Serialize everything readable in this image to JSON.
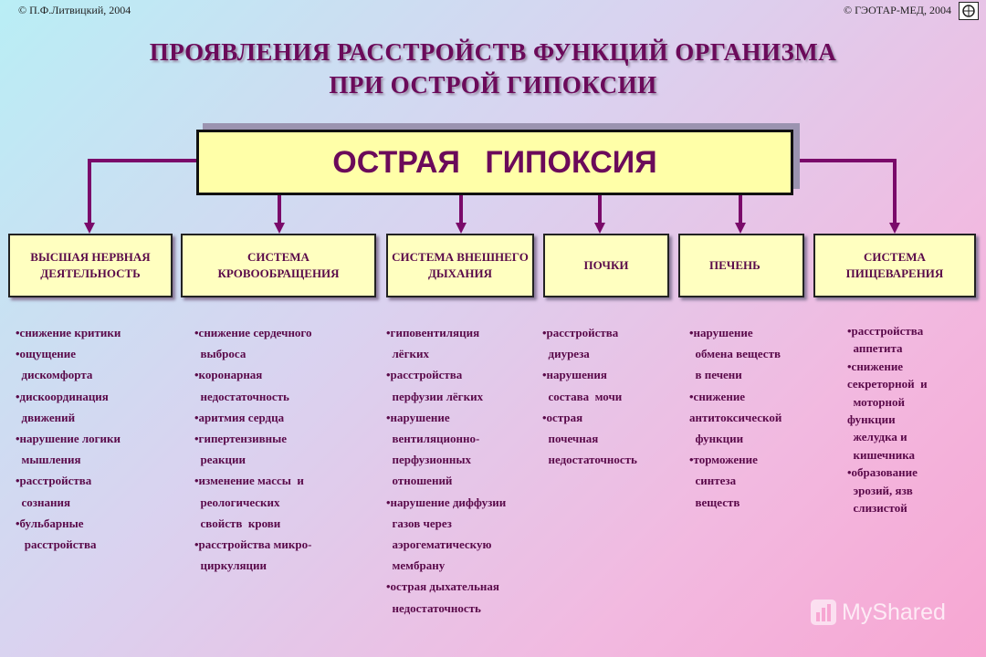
{
  "header": {
    "copyright_left": "© П.Ф.Литвицкий, 2004",
    "copyright_right": "© ГЭОТАР-МЕД, 2004"
  },
  "title": {
    "line1": "ПРОЯВЛЕНИЯ РАССТРОЙСТВ ФУНКЦИЙ ОРГАНИЗМА",
    "line2": "ПРИ ОСТРОЙ ГИПОКСИИ"
  },
  "main_box": "ОСТРАЯ ГИПОКСИЯ",
  "categories": [
    {
      "label": "ВЫСШАЯ НЕРВНАЯ ДЕЯТЕЛЬНОСТЬ",
      "items": [
        "•снижение критики",
        "•ощущение",
        "  дискомфорта",
        "•дискоординация",
        "  движений",
        "•нарушение логики",
        "  мышления",
        "•расстройства",
        "  сознания",
        "•бульбарные",
        "   расстройства"
      ]
    },
    {
      "label": "СИСТЕМА КРОВООБРАЩЕНИЯ",
      "items": [
        "•снижение сердечного",
        "  выброса",
        "•коронарная",
        "  недостаточность",
        "•аритмия сердца",
        "•гипертензивные",
        "  реакции",
        "•изменение массы  и",
        "  реологических",
        "  свойств  крови",
        "•расстройства микро-",
        "  циркуляции"
      ]
    },
    {
      "label": "СИСТЕМА ВНЕШНЕГО ДЫХАНИЯ",
      "items": [
        "•гиповентиляция",
        "  лёгких",
        "•расстройства",
        "  перфузии лёгких",
        "•нарушение",
        "  вентиляционно-",
        "  перфузионных",
        "  отношений",
        "•нарушение диффузии",
        "  газов через",
        "  аэрогематическую",
        "  мембрану",
        "•острая дыхательная",
        "  недостаточность"
      ]
    },
    {
      "label": "ПОЧКИ",
      "items": [
        "•расстройства",
        "  диуреза",
        "•нарушения",
        "  состава  мочи",
        "•острая",
        "  почечная",
        "  недостаточность"
      ]
    },
    {
      "label": "ПЕЧЕНЬ",
      "items": [
        "•нарушение",
        "  обмена веществ",
        "  в печени",
        "•снижение",
        "антитоксической",
        "  функции",
        "•торможение",
        "  синтеза",
        "  веществ"
      ]
    },
    {
      "label": "СИСТЕМА ПИЩЕВАРЕНИЯ",
      "items": [
        "•расстройства",
        "  аппетита",
        "•снижение",
        "секреторной  и",
        "  моторной",
        "функции",
        "  желудка и",
        "  кишечника",
        "•образование",
        "  эрозий, язв",
        "  слизистой"
      ]
    }
  ],
  "watermark": "MyShared",
  "colors": {
    "accent": "#6b0a5a",
    "box_fill": "#ffffa8",
    "connector": "#7a0a6a"
  }
}
